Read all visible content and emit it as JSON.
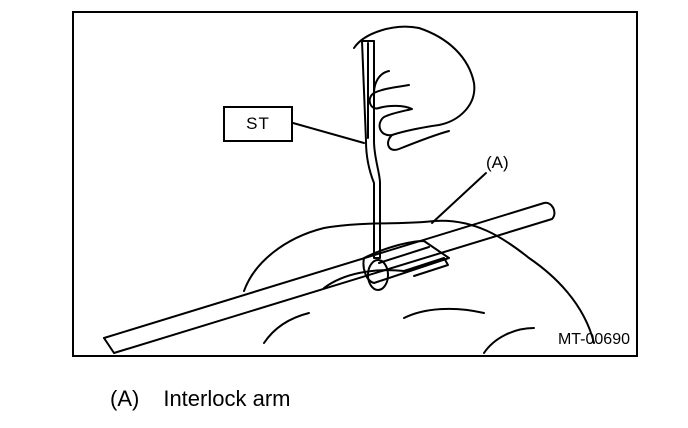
{
  "figure": {
    "callout_st": "ST",
    "callout_a": "(A)",
    "figure_code": "MT-00690"
  },
  "legend": {
    "marker": "(A)",
    "text": "Interlock arm"
  }
}
